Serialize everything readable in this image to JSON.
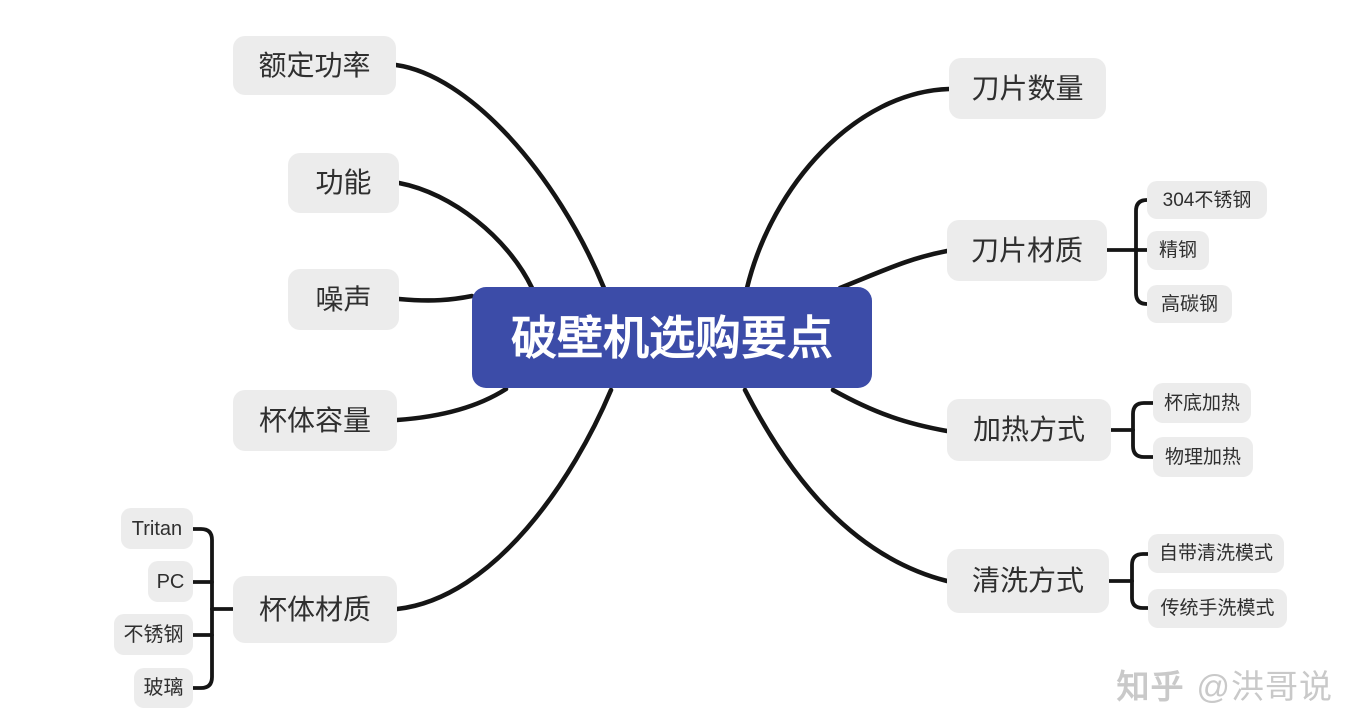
{
  "center": {
    "label": "破壁机选购要点"
  },
  "left_branches": [
    {
      "label": "额定功率",
      "children": []
    },
    {
      "label": "功能",
      "children": []
    },
    {
      "label": "噪声",
      "children": []
    },
    {
      "label": "杯体容量",
      "children": []
    },
    {
      "label": "杯体材质",
      "children": [
        {
          "label": "Tritan"
        },
        {
          "label": "PC"
        },
        {
          "label": "不锈钢"
        },
        {
          "label": "玻璃"
        }
      ]
    }
  ],
  "right_branches": [
    {
      "label": "刀片数量",
      "children": []
    },
    {
      "label": "刀片材质",
      "children": [
        {
          "label": "304不锈钢"
        },
        {
          "label": "精钢"
        },
        {
          "label": "高碳钢"
        }
      ]
    },
    {
      "label": "加热方式",
      "children": [
        {
          "label": "杯底加热"
        },
        {
          "label": "物理加热"
        }
      ]
    },
    {
      "label": "清洗方式",
      "children": [
        {
          "label": "自带清洗模式"
        },
        {
          "label": "传统手洗模式"
        }
      ]
    }
  ],
  "watermark": {
    "brand": "知乎",
    "author": "@洪哥说"
  },
  "colors": {
    "center_bg": "#3c4ca8",
    "center_text": "#ffffff",
    "node_bg": "#ececec",
    "node_text": "#2f2f2f",
    "line": "#151515",
    "watermark_text": "#c9c9c9",
    "background": "#ffffff"
  }
}
